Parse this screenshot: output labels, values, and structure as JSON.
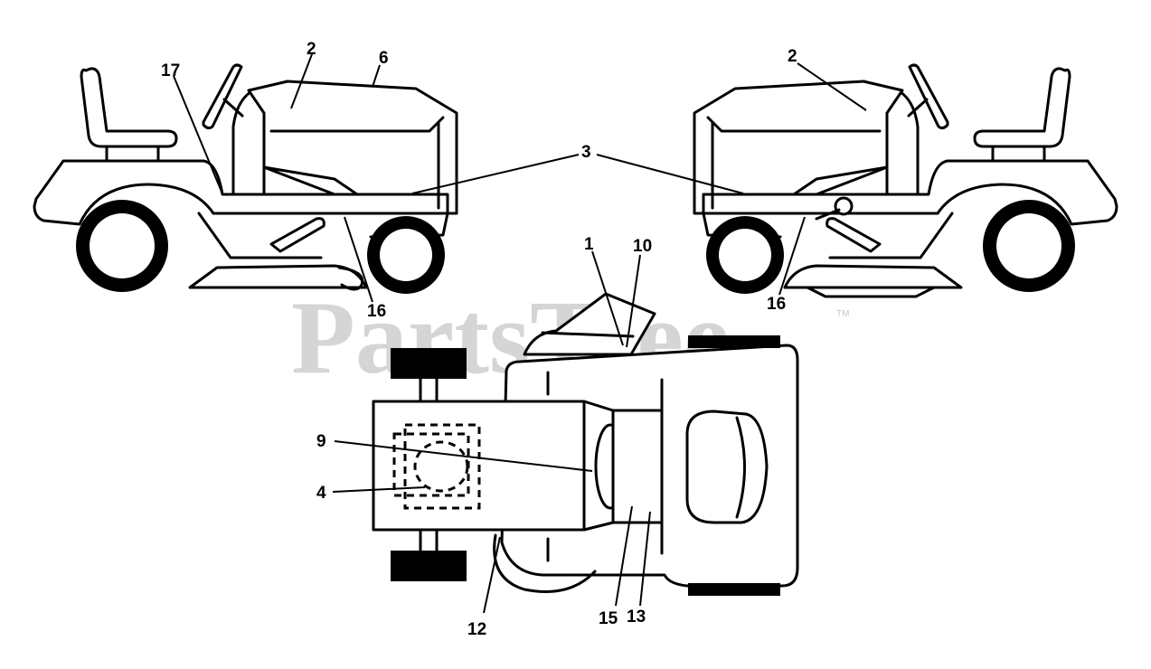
{
  "watermark": {
    "text": "PartsTree",
    "trademark": "TM"
  },
  "callouts": {
    "c1": "1",
    "c2_left": "2",
    "c2_right": "2",
    "c3": "3",
    "c4": "4",
    "c6": "6",
    "c9": "9",
    "c10": "10",
    "c12": "12",
    "c13": "13",
    "c15": "15",
    "c16_left": "16",
    "c16_right": "16",
    "c17": "17"
  }
}
